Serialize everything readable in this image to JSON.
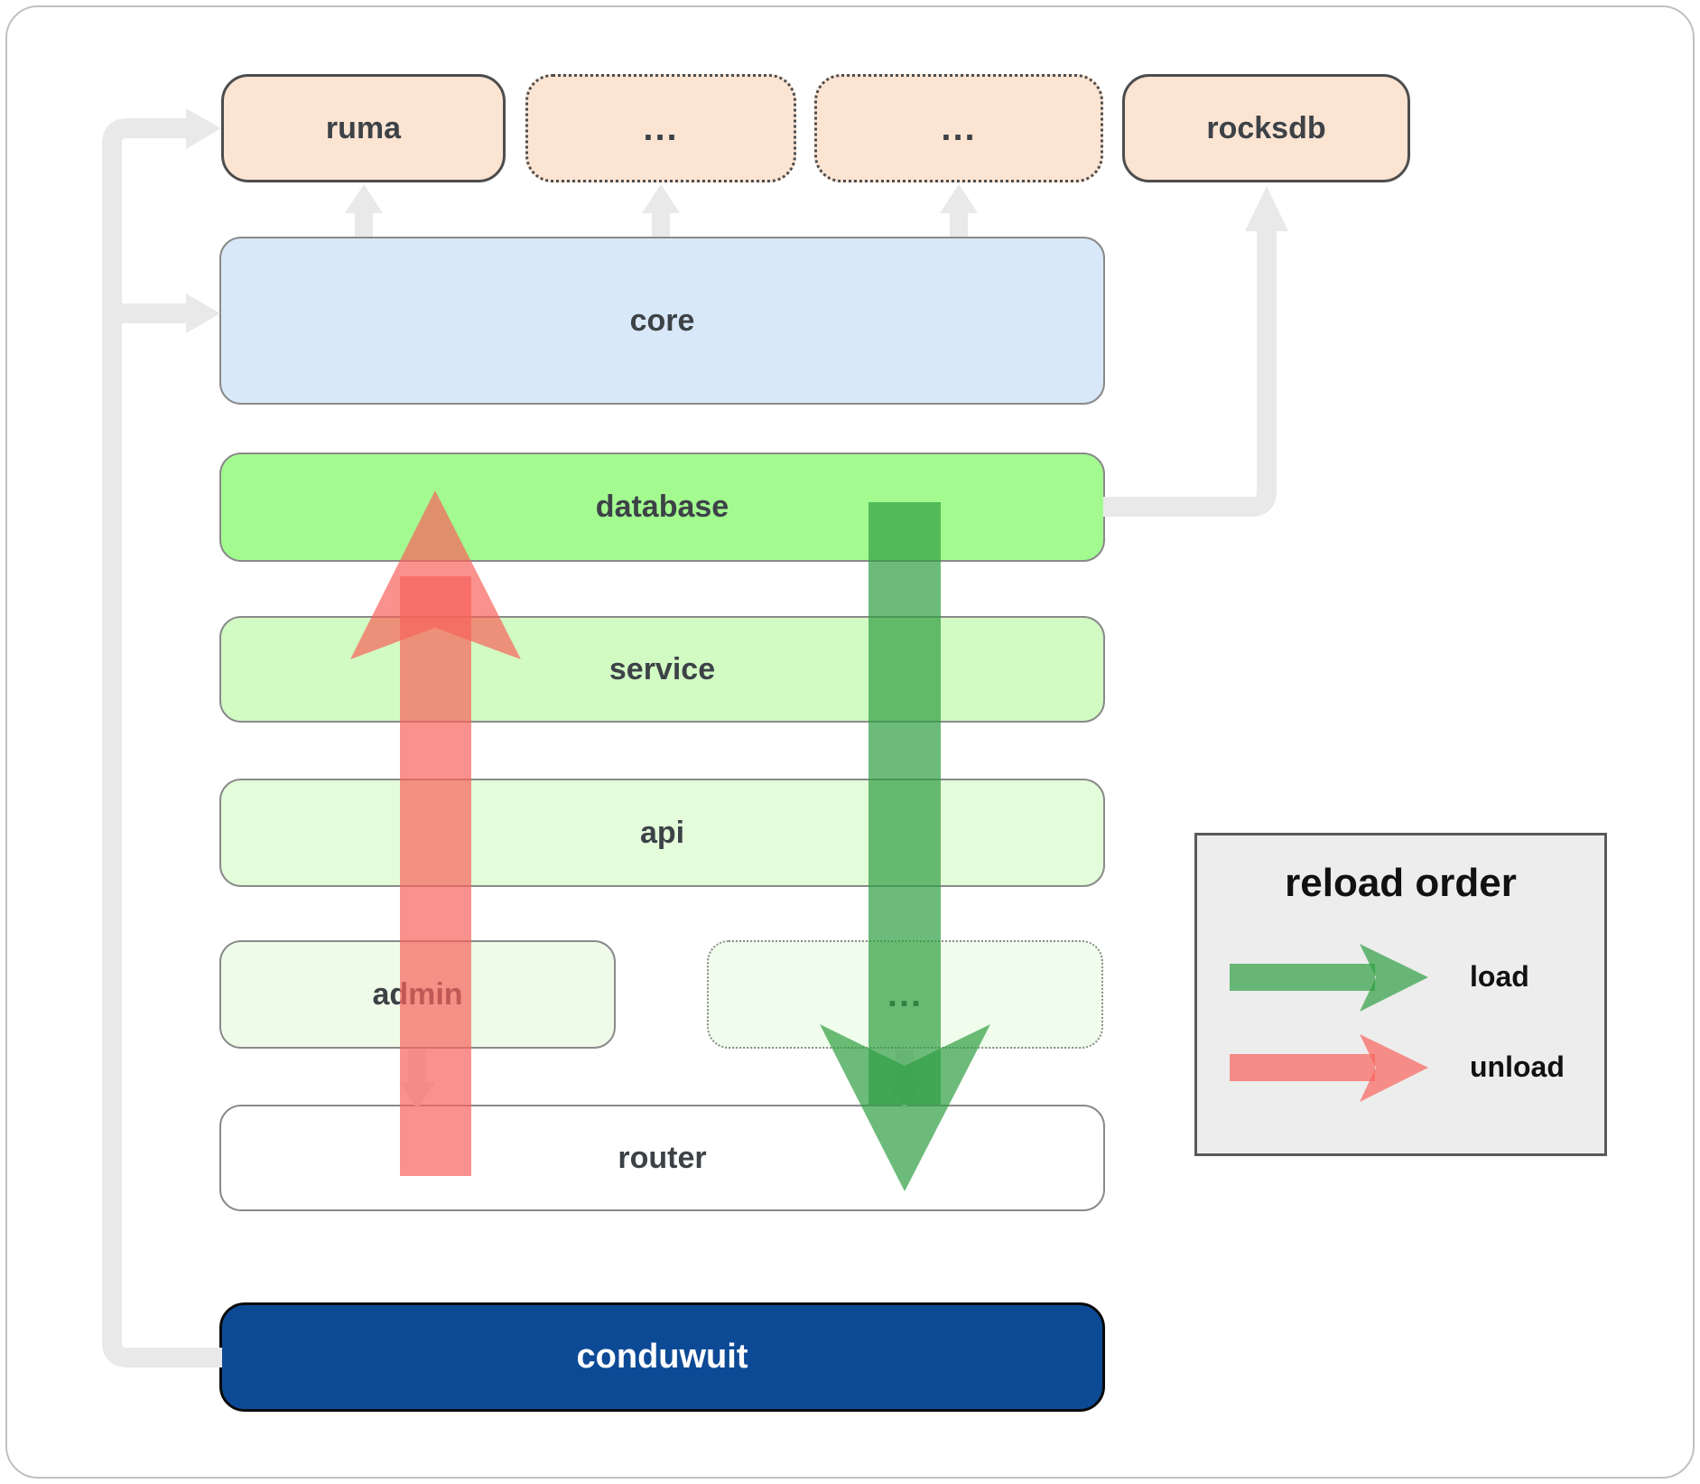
{
  "diagram": {
    "top_row": {
      "ruma": "ruma",
      "dots1": "...",
      "dots2": "...",
      "rocksdb": "rocksdb"
    },
    "layers": {
      "core": "core",
      "database": "database",
      "service": "service",
      "api": "api",
      "admin": "admin",
      "dots3": "...",
      "router": "router",
      "conduwuit": "conduwuit"
    },
    "legend": {
      "title": "reload order",
      "load_label": "load",
      "unload_label": "unload"
    },
    "colors": {
      "crate_peach": "#fce4d3",
      "core_blue": "#d8e8f8",
      "database_green": "#a3fb90",
      "service_green": "#d2fbc4",
      "api_green": "#e3fcda",
      "admin_green": "#eefbe9",
      "conduwuit_blue": "#0d4a96",
      "load_arrow_green": "#2f9e41",
      "unload_arrow_red": "#f8625b",
      "connector_gray": "#e9e9e9"
    }
  }
}
